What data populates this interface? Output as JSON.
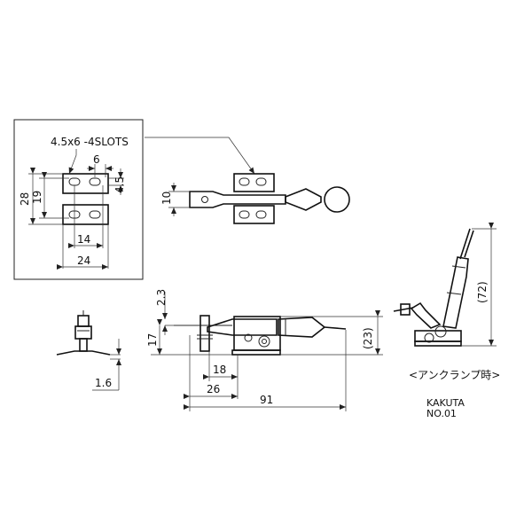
{
  "callout": "4.5x6 -4SLOTS",
  "detail": {
    "dim_6": "6",
    "dim_4_5": "4.5",
    "dim_28": "28",
    "dim_19": "19",
    "dim_14": "14",
    "dim_24": "24"
  },
  "top_view": {
    "dim_10": "10"
  },
  "side_view": {
    "dim_2_3": "2.3",
    "dim_17": "17",
    "dim_23": "(23)",
    "dim_18": "18",
    "dim_26": "26",
    "dim_91": "91"
  },
  "end_view": {
    "dim_1_6": "1.6"
  },
  "unclamp_view": {
    "dim_72": "(72)",
    "caption": "<アンクランプ時>"
  },
  "maker": "KAKUTA",
  "model": "NO.01"
}
